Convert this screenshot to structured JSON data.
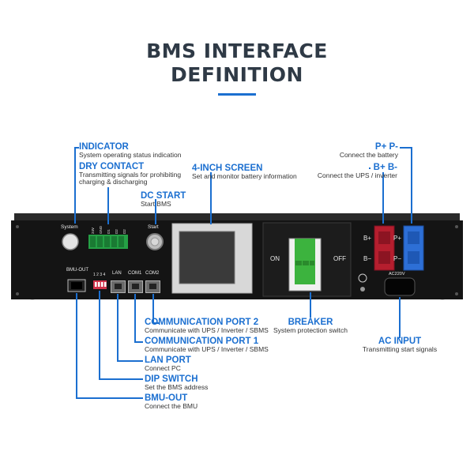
{
  "title": {
    "line1": "BMS INTERFACE",
    "line2": "DEFINITION"
  },
  "accent": "#1b6fd0",
  "callouts": {
    "indicator": {
      "label": "INDICATOR",
      "desc": "System operating status indication"
    },
    "dry_contact": {
      "label": "DRY CONTACT",
      "desc1": "Transmitting signals for prohibiting",
      "desc2": "charging & discharging"
    },
    "dc_start": {
      "label": "DC START",
      "desc": "Start BMS"
    },
    "screen": {
      "label": "4-INCH SCREEN",
      "desc": "Set and monitor battery information"
    },
    "pp": {
      "label": "P+ P-",
      "desc": "Connect the battery"
    },
    "bb": {
      "label": "B+ B-",
      "desc": "Connect the UPS / inverter"
    },
    "com2": {
      "label": "COMMUNICATION PORT 2",
      "desc": "Communicate with UPS / Inverter / SBMS"
    },
    "com1": {
      "label": "COMMUNICATION PORT 1",
      "desc": "Communicate with UPS / Inverter / SBMS"
    },
    "lan": {
      "label": "LAN PORT",
      "desc": "Connect PC"
    },
    "dip": {
      "label": "DIP SWITCH",
      "desc": "Set the BMS address"
    },
    "bmu": {
      "label": "BMU-OUT",
      "desc": "Connect the BMU"
    },
    "breaker": {
      "label": "BREAKER",
      "desc": "System protection switch"
    },
    "ac_input": {
      "label": "AC INPUT",
      "desc": "Transmitting start signals"
    }
  },
  "device": {
    "system": "System",
    "start": "Start",
    "bmu_out": "BMU-OUT",
    "lan": "LAN",
    "com1": "COM1",
    "com2": "COM2",
    "on": "ON",
    "off": "OFF",
    "b_plus": "B+",
    "b_minus": "B−",
    "p_plus": "P+",
    "p_minus": "P−",
    "ac220v": "AC220V",
    "dry_pins": [
      "24V",
      "GND",
      "D1",
      "D2",
      "D2"
    ],
    "dip_pins": "1 2 3 4"
  }
}
